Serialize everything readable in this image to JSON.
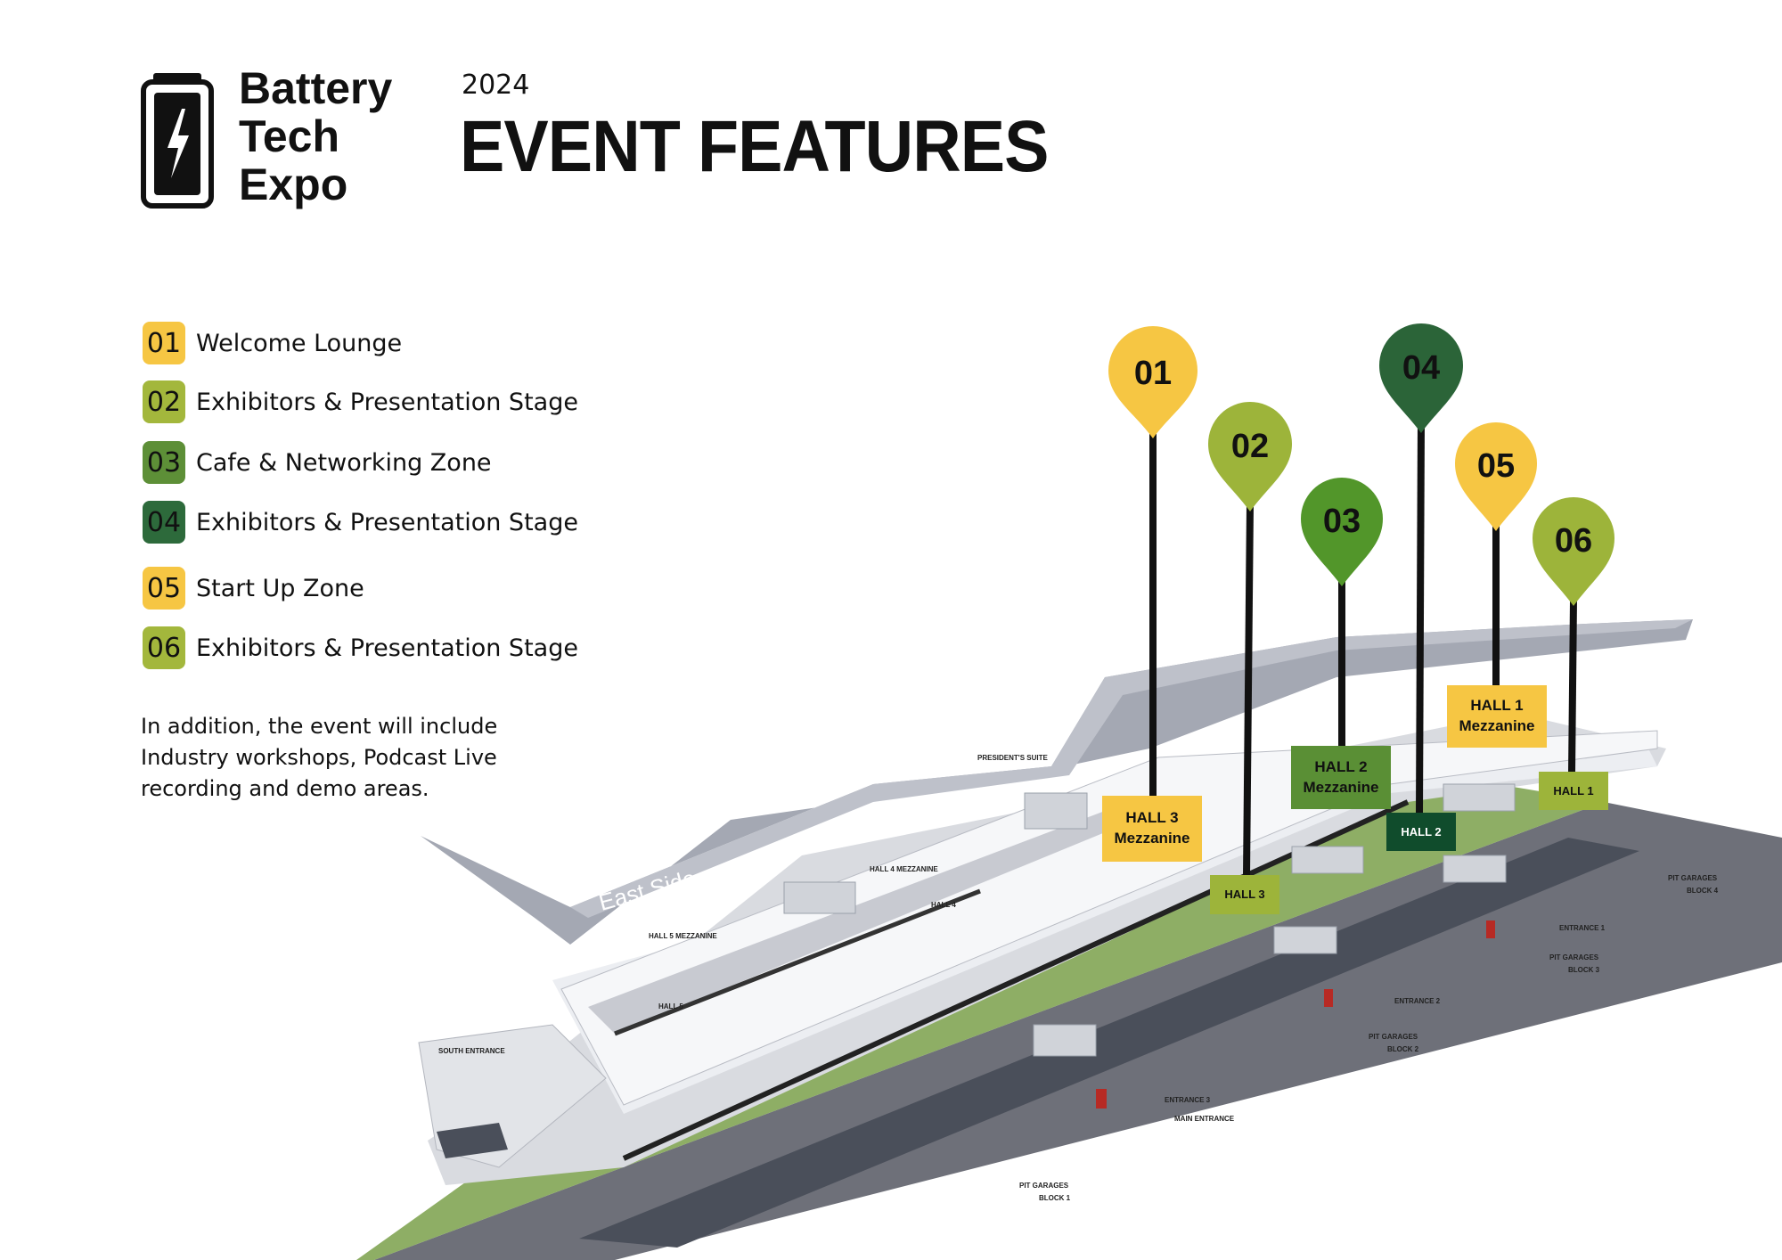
{
  "brand": {
    "line1": "Battery",
    "line2": "Tech",
    "line3": "Expo"
  },
  "header": {
    "year": "2024",
    "title": "EVENT FEATURES"
  },
  "colors": {
    "yellow": "#f6c643",
    "lime": "#9db43a",
    "mid_green": "#5a8f35",
    "green": "#52962a",
    "dark_green": "#2b6438",
    "darkest_green": "#104c2c"
  },
  "features": [
    {
      "num": "01",
      "label": "Welcome Lounge",
      "color": "#f6c643"
    },
    {
      "num": "02",
      "label": "Exhibitors & Presentation Stage",
      "color": "#a3b73c"
    },
    {
      "num": "03",
      "label": "Cafe & Networking Zone",
      "color": "#5d8f37"
    },
    {
      "num": "04",
      "label": "Exhibitors & Presentation Stage",
      "color": "#2d6a3b"
    },
    {
      "num": "05",
      "label": "Start Up Zone",
      "color": "#f6c643"
    },
    {
      "num": "06",
      "label": "Exhibitors & Presentation Stage",
      "color": "#a3b73c"
    }
  ],
  "note": "In addition, the event will include Industry workshops, Podcast Live recording and demo areas.",
  "map": {
    "pins": [
      {
        "num": "01",
        "color": "#f6c643"
      },
      {
        "num": "02",
        "color": "#9db43a"
      },
      {
        "num": "03",
        "color": "#52962a"
      },
      {
        "num": "04",
        "color": "#2b6438"
      },
      {
        "num": "05",
        "color": "#f6c643"
      },
      {
        "num": "06",
        "color": "#9db43a"
      }
    ],
    "halls": [
      {
        "line1": "HALL 3",
        "line2": "Mezzanine"
      },
      {
        "line1": "HALL 3",
        "line2": ""
      },
      {
        "line1": "HALL 2",
        "line2": "Mezzanine"
      },
      {
        "line1": "HALL 2",
        "line2": ""
      },
      {
        "line1": "HALL 1",
        "line2": "Mezzanine"
      },
      {
        "line1": "HALL 1",
        "line2": ""
      }
    ],
    "labels": {
      "east_side": "East Side",
      "presidents_suite": "PRESIDENT'S SUITE",
      "hall4_mezz": "HALL 4 MEZZANINE",
      "hall4": "HALL 4",
      "hall5_mezz": "HALL 5 MEZZANINE",
      "hall5": "HALL 5",
      "south_entrance": "SOUTH ENTRANCE",
      "entrance1": "ENTRANCE 1",
      "entrance2": "ENTRANCE 2",
      "entrance3": "ENTRANCE 3",
      "main_entrance": "MAIN ENTRANCE",
      "pit4a": "PIT GARAGES",
      "pit4b": "BLOCK 4",
      "pit3a": "PIT GARAGES",
      "pit3b": "BLOCK 3",
      "pit2a": "PIT GARAGES",
      "pit2b": "BLOCK 2",
      "pit1a": "PIT GARAGES",
      "pit1b": "BLOCK 1"
    }
  }
}
